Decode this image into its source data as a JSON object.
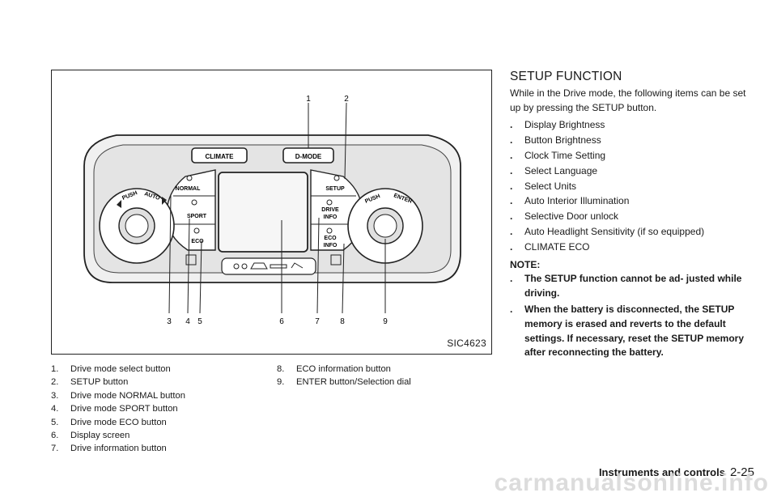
{
  "figure": {
    "code": "SIC4623",
    "callout_numbers": [
      "1",
      "2",
      "3",
      "4",
      "5",
      "6",
      "7",
      "8",
      "9"
    ],
    "panel_labels": {
      "climate": "CLIMATE",
      "dmode": "D-MODE",
      "normal": "NORMAL",
      "sport": "SPORT",
      "eco": "ECO",
      "setup": "SETUP",
      "drive_info_1": "DRIVE",
      "drive_info_2": "INFO",
      "eco_info_1": "ECO",
      "eco_info_2": "INFO",
      "push_left": "PUSH",
      "auto": "AUTO",
      "push_right": "PUSH",
      "enter": "ENTER"
    }
  },
  "captions_left": [
    {
      "n": "1.",
      "t": "Drive mode select button"
    },
    {
      "n": "2.",
      "t": "SETUP button"
    },
    {
      "n": "3.",
      "t": "Drive mode NORMAL button"
    },
    {
      "n": "4.",
      "t": "Drive mode SPORT button"
    },
    {
      "n": "5.",
      "t": "Drive mode ECO button"
    },
    {
      "n": "6.",
      "t": "Display screen"
    },
    {
      "n": "7.",
      "t": "Drive information button"
    }
  ],
  "captions_right": [
    {
      "n": "8.",
      "t": "ECO information button"
    },
    {
      "n": "9.",
      "t": "ENTER button/Selection dial"
    }
  ],
  "section": {
    "title": "SETUP FUNCTION",
    "intro": "While in the Drive mode, the following items can be set up by pressing the SETUP button.",
    "bullet": ".",
    "items": [
      "Display Brightness",
      "Button Brightness",
      "Clock Time Setting",
      "Select Language",
      "Select Units",
      "Auto Interior Illumination",
      "Selective Door unlock",
      "Auto Headlight Sensitivity (if so equipped)",
      "CLIMATE ECO"
    ],
    "note_title": "NOTE:",
    "notes": [
      "The SETUP function cannot be ad- justed while driving.",
      "When the battery is disconnected, the SETUP memory is erased and reverts to the default settings. If necessary, reset the SETUP memory after reconnecting the battery."
    ]
  },
  "footer": {
    "title": "Instruments and controls",
    "page": "2-25"
  },
  "watermark": "carmanualsonline.info"
}
